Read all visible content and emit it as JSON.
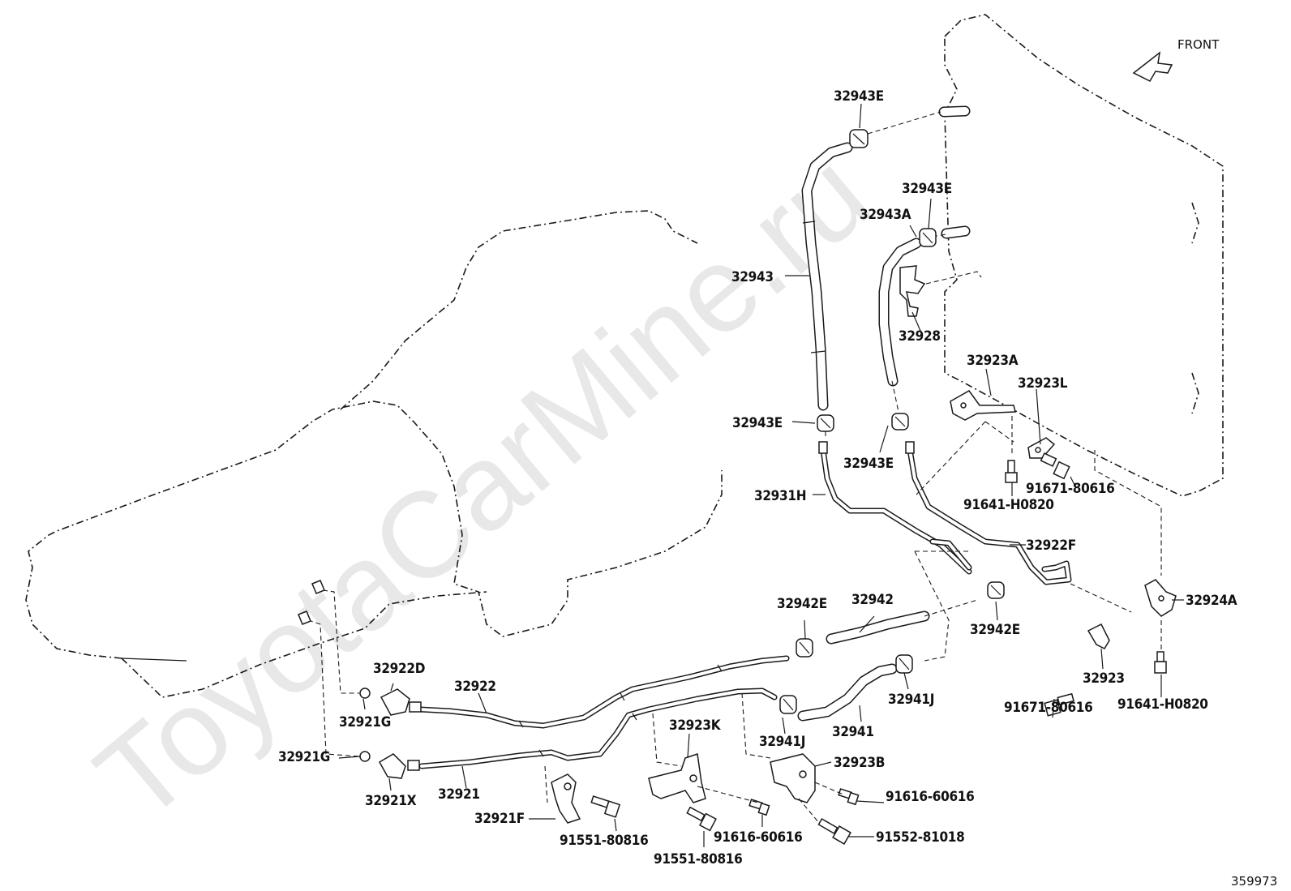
{
  "watermark": "ToyotaCarMine.ru",
  "direction_label": "FRONT",
  "diagram_number": "359973",
  "callouts": {
    "c32943E_top": "32943E",
    "c32943E_mid": "32943E",
    "c32943A": "32943A",
    "c32943": "32943",
    "c32928": "32928",
    "c32923A": "32923A",
    "c32923L": "32923L",
    "c32943E_left": "32943E",
    "c32943E_low": "32943E",
    "c32931H": "32931H",
    "c91641H0820_top": "91641-H0820",
    "c91671_80616_top": "91671-80616",
    "c32922F": "32922F",
    "c32942E_left": "32942E",
    "c32942": "32942",
    "c32942E_right": "32942E",
    "c32924A": "32924A",
    "c32922D": "32922D",
    "c32922": "32922",
    "c32941J_right": "32941J",
    "c32923": "32923",
    "c32921G_up": "32921G",
    "c32923K": "32923K",
    "c32941J_left": "32941J",
    "c32941": "32941",
    "c91671_80616_bot": "91671-80616",
    "c91641H0820_bot": "91641-H0820",
    "c32921G_left": "32921G",
    "c32923B": "32923B",
    "c32921X": "32921X",
    "c32921": "32921",
    "c91616_60616_right": "91616-60616",
    "c32921F": "32921F",
    "c91552_81018": "91552-81018",
    "c91551_80816_left": "91551-80816",
    "c91616_60616_mid": "91616-60616",
    "c91551_80816_mid": "91551-80816"
  }
}
